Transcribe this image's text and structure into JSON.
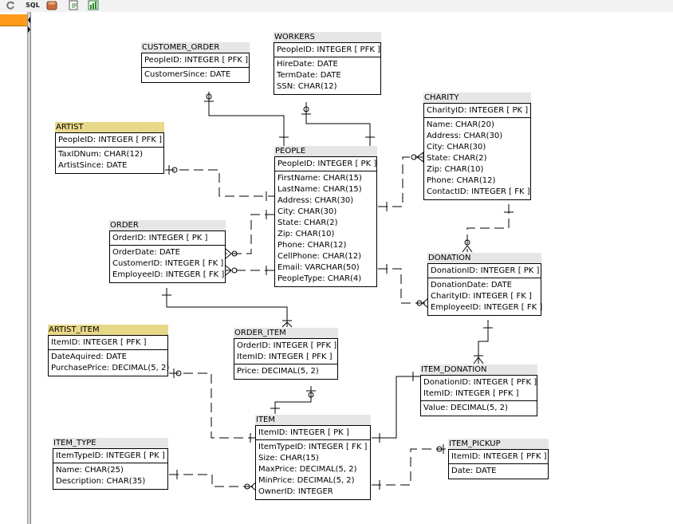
{
  "toolbar": {
    "items": [
      {
        "name": "refresh-icon"
      },
      {
        "name": "sql-icon",
        "label": "SQL"
      },
      {
        "name": "database-icon"
      },
      {
        "name": "export-icon"
      },
      {
        "name": "report-icon"
      }
    ]
  },
  "colors": {
    "highlight_table": "#e8d88a",
    "table_header": "#e6e6e6",
    "accent_tab": "#ff9a1a"
  },
  "tables": [
    {
      "id": "customer-order",
      "name": "CUSTOMER_ORDER",
      "highlighted": false,
      "keys": [
        "PeopleID: INTEGER  [ PFK ]"
      ],
      "attributes": [
        "CustomerSince: DATE"
      ]
    },
    {
      "id": "workers",
      "name": "WORKERS",
      "highlighted": false,
      "keys": [
        "PeopleID: INTEGER  [ PFK ]"
      ],
      "attributes": [
        "HireDate: DATE",
        "TermDate: DATE",
        "SSN: CHAR(12)"
      ]
    },
    {
      "id": "charity",
      "name": "CHARITY",
      "highlighted": false,
      "keys": [
        "CharityID: INTEGER  [ PK ]"
      ],
      "attributes": [
        "Name: CHAR(20)",
        "Address: CHAR(30)",
        "City: CHAR(30)",
        "State: CHAR(2)",
        "Zip: CHAR(10)",
        "Phone: CHAR(12)",
        "ContactID: INTEGER  [ FK ]"
      ]
    },
    {
      "id": "artist",
      "name": "ARTIST",
      "highlighted": true,
      "keys": [
        "PeopleID: INTEGER  [ PFK ]"
      ],
      "attributes": [
        "TaxIDNum: CHAR(12)",
        "ArtistSince: DATE"
      ]
    },
    {
      "id": "people",
      "name": "PEOPLE",
      "highlighted": false,
      "keys": [
        "PeopleID: INTEGER  [ PK ]"
      ],
      "attributes": [
        "FirstName: CHAR(15)",
        "LastName: CHAR(15)",
        "Address: CHAR(30)",
        "City: CHAR(30)",
        "State: CHAR(2)",
        "Zip: CHAR(10)",
        "Phone: CHAR(12)",
        "CellPhone: CHAR(12)",
        "Email: VARCHAR(50)",
        "PeopleType: CHAR(4)"
      ]
    },
    {
      "id": "order",
      "name": "ORDER",
      "highlighted": false,
      "keys": [
        "OrderID: INTEGER  [ PK ]"
      ],
      "attributes": [
        "OrderDate: DATE",
        "CustomerID: INTEGER  [ FK ]",
        "EmployeeID: INTEGER  [ FK ]"
      ]
    },
    {
      "id": "donation",
      "name": "DONATION",
      "highlighted": false,
      "keys": [
        "DonationID: INTEGER  [ PK ]"
      ],
      "attributes": [
        "DonationDate: DATE",
        "CharityID: INTEGER  [ FK ]",
        "EmployeeID: INTEGER  [ FK ]"
      ]
    },
    {
      "id": "artist-item",
      "name": "ARTIST_ITEM",
      "highlighted": true,
      "keys": [
        "ItemID: INTEGER  [ PFK ]"
      ],
      "attributes": [
        "DateAquired: DATE",
        "PurchasePrice: DECIMAL(5, 2)"
      ]
    },
    {
      "id": "order-item",
      "name": "ORDER_ITEM",
      "highlighted": false,
      "keys": [
        "OrderID: INTEGER  [ PFK ]",
        "ItemID: INTEGER  [ PFK ]"
      ],
      "attributes": [
        "Price: DECIMAL(5, 2)"
      ]
    },
    {
      "id": "item-donation",
      "name": "ITEM_DONATION",
      "highlighted": false,
      "keys": [
        "DonationID: INTEGER  [ PFK ]",
        "ItemID: INTEGER  [ PFK ]"
      ],
      "attributes": [
        "Value: DECIMAL(5, 2)"
      ]
    },
    {
      "id": "item-type",
      "name": "ITEM_TYPE",
      "highlighted": false,
      "keys": [
        "ItemTypeID: INTEGER  [ PK ]"
      ],
      "attributes": [
        "Name: CHAR(25)",
        "Description: CHAR(35)"
      ]
    },
    {
      "id": "item",
      "name": "ITEM",
      "highlighted": false,
      "keys": [
        "ItemID: INTEGER  [ PK ]"
      ],
      "attributes": [
        "ItemTypeID: INTEGER  [ FK ]",
        "Size: CHAR(15)",
        "MaxPrice: DECIMAL(5, 2)",
        "MinPrice: DECIMAL(5, 2)",
        "OwnerID: INTEGER"
      ]
    },
    {
      "id": "item-pickup",
      "name": "ITEM_PICKUP",
      "highlighted": false,
      "keys": [
        "ItemID: INTEGER  [ PFK ]"
      ],
      "attributes": [
        "Date: DATE"
      ]
    }
  ],
  "relationships": [
    {
      "from": "PEOPLE",
      "to": "CUSTOMER_ORDER",
      "style": "identifying",
      "cardinality": "one-to-zero-or-one"
    },
    {
      "from": "PEOPLE",
      "to": "WORKERS",
      "style": "identifying",
      "cardinality": "one-to-zero-or-one"
    },
    {
      "from": "PEOPLE",
      "to": "ARTIST",
      "style": "non-identifying",
      "cardinality": "one-to-zero-or-one"
    },
    {
      "from": "PEOPLE",
      "to": "CHARITY",
      "style": "non-identifying",
      "cardinality": "one-to-zero-or-many"
    },
    {
      "from": "PEOPLE",
      "to": "ORDER",
      "style": "non-identifying",
      "cardinality": "one-to-zero-or-many"
    },
    {
      "from": "PEOPLE",
      "to": "ORDER",
      "style": "non-identifying",
      "cardinality": "one-to-zero-or-many"
    },
    {
      "from": "PEOPLE",
      "to": "DONATION",
      "style": "non-identifying",
      "cardinality": "one-to-zero-or-many"
    },
    {
      "from": "CHARITY",
      "to": "DONATION",
      "style": "non-identifying",
      "cardinality": "one-to-zero-or-many"
    },
    {
      "from": "ORDER",
      "to": "ORDER_ITEM",
      "style": "identifying",
      "cardinality": "one-to-one-or-many"
    },
    {
      "from": "DONATION",
      "to": "ITEM_DONATION",
      "style": "identifying",
      "cardinality": "one-to-one-or-many"
    },
    {
      "from": "ITEM",
      "to": "ORDER_ITEM",
      "style": "identifying",
      "cardinality": "one-to-zero-or-one"
    },
    {
      "from": "ITEM",
      "to": "ARTIST_ITEM",
      "style": "non-identifying",
      "cardinality": "one-to-zero-or-one"
    },
    {
      "from": "ITEM",
      "to": "ITEM_DONATION",
      "style": "identifying",
      "cardinality": "one-to-one"
    },
    {
      "from": "ITEM",
      "to": "ITEM_PICKUP",
      "style": "non-identifying",
      "cardinality": "one-to-zero-or-one"
    },
    {
      "from": "ITEM_TYPE",
      "to": "ITEM",
      "style": "non-identifying",
      "cardinality": "one-to-zero-or-many"
    }
  ]
}
